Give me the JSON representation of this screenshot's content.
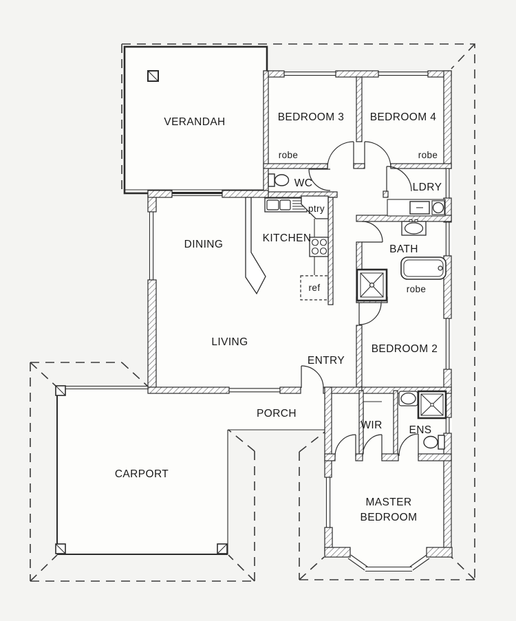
{
  "title": "Single storey house floor plan",
  "colors": {
    "line": "#2b2b2b",
    "paper": "#f4f4f2",
    "floor": "#fdfdfb",
    "roof_dash": "#3a3a3a"
  },
  "rooms": {
    "verandah": "VERANDAH",
    "bedroom3": "BEDROOM 3",
    "bedroom4": "BEDROOM 4",
    "robe": "robe",
    "wc": "WC",
    "ldry": "LDRY",
    "pantry": "ptry",
    "kitchen": "KITCHEN",
    "dining": "DINING",
    "bath": "BATH",
    "living": "LIVING",
    "bedroom2": "BEDROOM 2",
    "entry": "ENTRY",
    "porch": "PORCH",
    "wir": "WIR",
    "ens": "ENS",
    "carport": "CARPORT",
    "master_line1": "MASTER",
    "master_line2": "BEDROOM",
    "fridge": "ref"
  },
  "fixtures": [
    "verandah-post",
    "carport-post",
    "toilet",
    "basin",
    "bathtub",
    "shower",
    "kitchen-sink",
    "stove",
    "refrigerator",
    "laundry-trough",
    "washing-machine",
    "wardrobe-shelf",
    "door-swing",
    "window",
    "roof-outline"
  ]
}
